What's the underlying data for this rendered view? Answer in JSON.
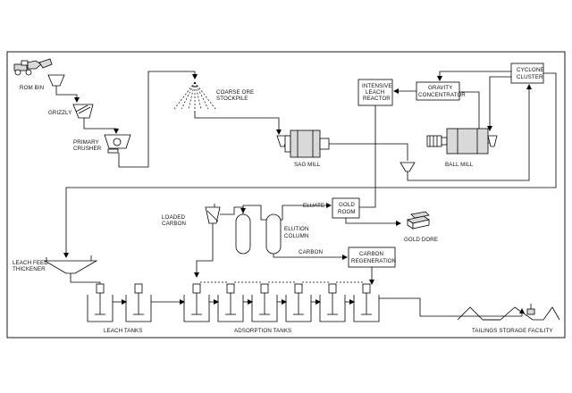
{
  "labels": {
    "rom_bin": "ROM BIN",
    "grizzly": "GRIZZLY",
    "primary_crusher_1": "PRIMARY",
    "primary_crusher_2": "CRUSHER",
    "coarse_ore_1": "COARSE ORE",
    "coarse_ore_2": "STOCKPILE",
    "sag_mill": "SAG MILL",
    "intensive_1": "INTENSIVE",
    "intensive_2": "LEACH",
    "intensive_3": "REACTOR",
    "gravity_1": "GRAVITY",
    "gravity_2": "CONCENTRATOR",
    "cyclone_1": "CYCLONE",
    "cyclone_2": "CLUSTER",
    "ball_mill": "BALL MILL",
    "loaded_carbon_1": "LOADED",
    "loaded_carbon_2": "CARBON",
    "eluate": "ELUATE",
    "gold_room_1": "GOLD",
    "gold_room_2": "ROOM",
    "elution_1": "ELUTION",
    "elution_2": "COLUMN",
    "gold_dore": "GOLD DORE",
    "carbon": "CARBON",
    "carbon_regen_1": "CARBON",
    "carbon_regen_2": "REGENERATION",
    "leach_feed_1": "LEACH FEED",
    "leach_feed_2": "THICKENER",
    "leach_tanks": "LEACH TANKS",
    "adsorption_tanks": "ADSORPTION TANKS",
    "tailings": "TAILINGS STORAGE FACILITY"
  }
}
